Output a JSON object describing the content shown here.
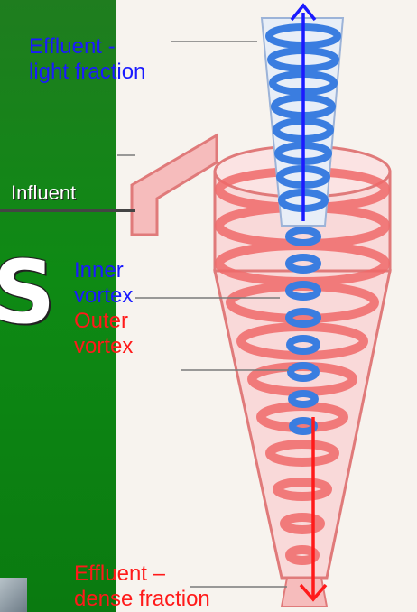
{
  "labels": {
    "effluent_light": "Effluent -\nlight fraction",
    "influent": "Influent",
    "inner_vortex": "Inner\nvortex",
    "outer_vortex": "Outer\nvortex",
    "effluent_dense": "Effluent –\ndense fraction"
  },
  "colors": {
    "blue": "#1a1aff",
    "red": "#ff1a1a",
    "green": "#0e8a14",
    "cyclone_pink": "#f08a8a",
    "vortex_blue": "#3a7de0"
  }
}
